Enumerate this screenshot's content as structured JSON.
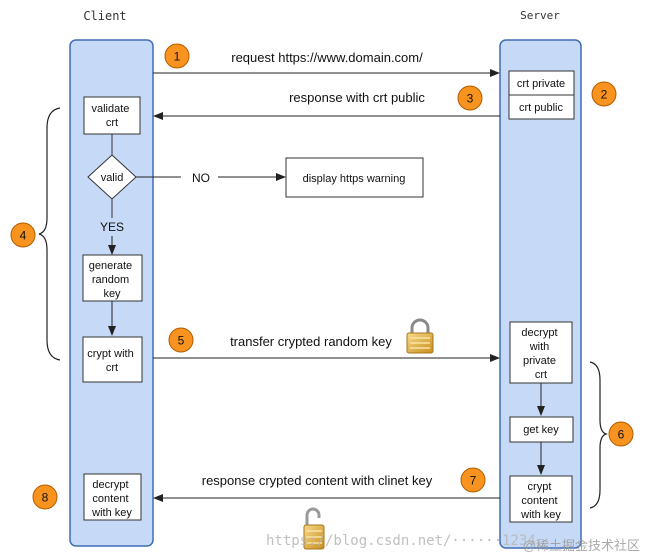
{
  "headers": {
    "client": "Client",
    "server": "Server"
  },
  "client_boxes": {
    "validate": [
      "validate",
      "crt"
    ],
    "decision": "valid",
    "generate": [
      "generate",
      "random",
      "key"
    ],
    "crypt": [
      "crypt with",
      "crt"
    ],
    "decrypt_content": [
      "decrypt",
      "content",
      "with key"
    ]
  },
  "server_boxes": {
    "crt_private": "crt private",
    "crt_public": "crt public",
    "decrypt_private": [
      "decrypt",
      "with",
      "private",
      "crt"
    ],
    "get_key": "get key",
    "crypt_content": [
      "crypt",
      "content",
      "with key"
    ]
  },
  "messages": {
    "m1": "request https://www.domain.com/",
    "m3": "response with crt public",
    "m5": "transfer crypted random key",
    "m7": "response crypted content with clinet key"
  },
  "branch": {
    "no": "NO",
    "yes": "YES",
    "warning": "display https warning"
  },
  "steps": [
    "1",
    "2",
    "3",
    "4",
    "5",
    "6",
    "7",
    "8"
  ],
  "watermark": "https://blog.csdn.net/······1234",
  "watermark_brand": "@稀土掘金技术社区",
  "colors": {
    "lane_fill": "#c6d9f7",
    "lane_stroke": "#3e6db5",
    "step_fill": "#f7931e",
    "step_stroke": "#b15e00",
    "lock": "#e8b84a"
  },
  "icons": [
    "padlock-icon",
    "open-padlock-icon"
  ]
}
